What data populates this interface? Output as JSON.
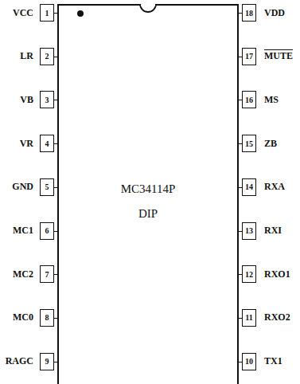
{
  "diagram": {
    "nodes": [
      {
        "text": [
          "MC34114P",
          "DIP"
        ]
      },
      {
        "text": [
          "1"
        ]
      },
      {
        "text": [
          "2"
        ]
      },
      {
        "text": [
          "3"
        ]
      },
      {
        "text": [
          "4"
        ]
      },
      {
        "text": [
          "5"
        ]
      },
      {
        "text": [
          "6"
        ]
      },
      {
        "text": [
          "7"
        ]
      },
      {
        "text": [
          "8"
        ]
      },
      {
        "text": [
          "9"
        ]
      },
      {
        "text": [
          "18"
        ]
      },
      {
        "text": [
          "17"
        ]
      },
      {
        "text": [
          "16"
        ]
      },
      {
        "text": [
          "15"
        ]
      },
      {
        "text": [
          "14"
        ]
      },
      {
        "text": [
          "13"
        ]
      },
      {
        "text": [
          "12"
        ]
      },
      {
        "text": [
          "11"
        ]
      },
      {
        "text": [
          "10"
        ]
      }
    ],
    "labels": [
      "VCC",
      "LR",
      "VB",
      "VR",
      "GND",
      "MC1",
      "MC2",
      "MC0",
      "RAGC",
      "VDD",
      "MUTE",
      "MS",
      "ZB",
      "RXA",
      "RXI",
      "RXO1",
      "RXO2",
      "TX1"
    ]
  }
}
